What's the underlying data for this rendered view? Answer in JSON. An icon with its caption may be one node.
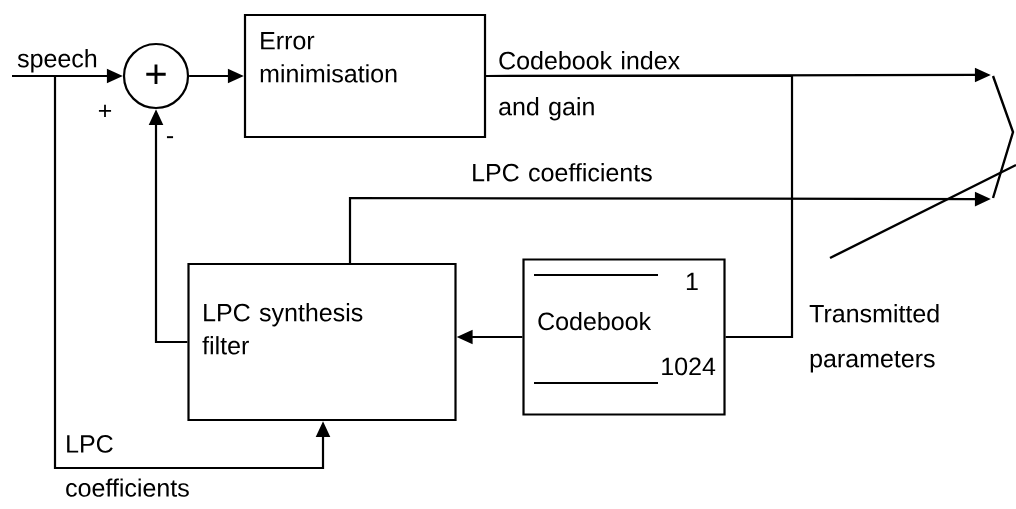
{
  "diagram": {
    "nodes": [
      {
        "text": [
          "+"
        ]
      },
      {
        "text": [
          "Error minimisation"
        ]
      },
      {
        "text": [
          "LPC synthesis filter"
        ]
      },
      {
        "text": [
          "1",
          "Codebook",
          "1024"
        ]
      },
      {
        "text": [],
        "shape": "switch",
        "beside": [
          "Transmitted parameters"
        ]
      }
    ],
    "edges": [
      {
        "from": null,
        "to": 0,
        "arrow": "to",
        "label": "speech"
      },
      {
        "from": 0,
        "to": 1,
        "arrow": "to"
      },
      {
        "from": 1,
        "to": 4,
        "arrow": "to",
        "label": "Codebook index and gain"
      },
      {
        "from": 1,
        "to": 3,
        "arrow": "none"
      },
      {
        "from": 3,
        "to": 2,
        "arrow": "to"
      },
      {
        "from": 2,
        "to": 4,
        "arrow": "to",
        "label": "LPC coefficients"
      },
      {
        "from": 2,
        "to": 0,
        "arrow": "to"
      },
      {
        "from": null,
        "to": 2,
        "arrow": "to",
        "label": "LPC coefficients"
      }
    ],
    "labels": [
      "+",
      "-"
    ]
  }
}
